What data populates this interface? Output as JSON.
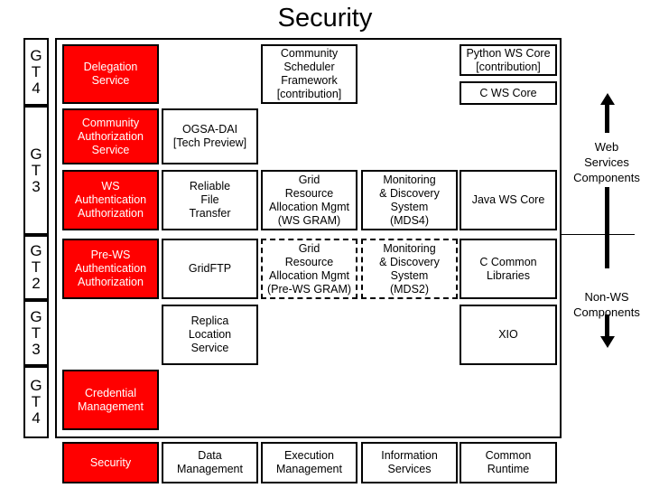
{
  "title": "Security",
  "version_labels": [
    {
      "id": "gt4-top",
      "chars": [
        "G",
        "T",
        "4"
      ]
    },
    {
      "id": "gt3-upper",
      "chars": [
        "G",
        "T",
        "3"
      ]
    },
    {
      "id": "gt2",
      "chars": [
        "G",
        "T",
        "2"
      ]
    },
    {
      "id": "gt3-lower",
      "chars": [
        "G",
        "T",
        "3"
      ]
    },
    {
      "id": "gt4-bottom",
      "chars": [
        "G",
        "T",
        "4"
      ]
    }
  ],
  "components": [
    {
      "id": "delegation-service",
      "label": "Delegation\nService",
      "style": "red"
    },
    {
      "id": "community-scheduler",
      "label": "Community\nScheduler\nFramework\n[contribution]",
      "style": "plain"
    },
    {
      "id": "python-ws-core",
      "label": "Python WS Core\n[contribution]",
      "style": "plain"
    },
    {
      "id": "c-ws-core",
      "label": "C WS Core",
      "style": "plain"
    },
    {
      "id": "community-authorization",
      "label": "Community\nAuthorization\nService",
      "style": "red"
    },
    {
      "id": "ogsa-dai",
      "label": "OGSA-DAI\n[Tech Preview]",
      "style": "plain"
    },
    {
      "id": "ws-authentication",
      "label": "WS\nAuthentication\nAuthorization",
      "style": "red"
    },
    {
      "id": "reliable-file-transfer",
      "label": "Reliable\nFile\nTransfer",
      "style": "plain"
    },
    {
      "id": "ws-gram",
      "label": "Grid\nResource\nAllocation Mgmt\n(WS GRAM)",
      "style": "plain"
    },
    {
      "id": "mds4",
      "label": "Monitoring\n& Discovery\nSystem\n(MDS4)",
      "style": "plain"
    },
    {
      "id": "java-ws-core",
      "label": "Java WS Core",
      "style": "plain"
    },
    {
      "id": "pre-ws-authentication",
      "label": "Pre-WS\nAuthentication\nAuthorization",
      "style": "red"
    },
    {
      "id": "gridftp",
      "label": "GridFTP",
      "style": "plain"
    },
    {
      "id": "pre-ws-gram",
      "label": "Grid\nResource\nAllocation Mgmt\n(Pre-WS GRAM)",
      "style": "dashed"
    },
    {
      "id": "mds2",
      "label": "Monitoring\n& Discovery\nSystem\n(MDS2)",
      "style": "dashed"
    },
    {
      "id": "c-common-libraries",
      "label": "C Common\nLibraries",
      "style": "plain"
    },
    {
      "id": "replica-location-service",
      "label": "Replica\nLocation\nService",
      "style": "plain"
    },
    {
      "id": "xio",
      "label": "XIO",
      "style": "plain"
    },
    {
      "id": "credential-management",
      "label": "Credential\nManagement",
      "style": "red"
    }
  ],
  "category_row": [
    {
      "id": "security",
      "label": "Security",
      "style": "red"
    },
    {
      "id": "data-management",
      "label": "Data\nManagement",
      "style": "plain"
    },
    {
      "id": "execution-management",
      "label": "Execution\nManagement",
      "style": "plain"
    },
    {
      "id": "information-services",
      "label": "Information\nServices",
      "style": "plain"
    },
    {
      "id": "common-runtime",
      "label": "Common\nRuntime",
      "style": "plain"
    }
  ],
  "legend": {
    "web_services": "Web\nServices\nComponents",
    "non_ws": "Non-WS\nComponents"
  },
  "colors": {
    "highlight": "#FF0000",
    "highlight_text": "#FFFFFF",
    "border": "#000000",
    "background": "#FFFFFF"
  }
}
